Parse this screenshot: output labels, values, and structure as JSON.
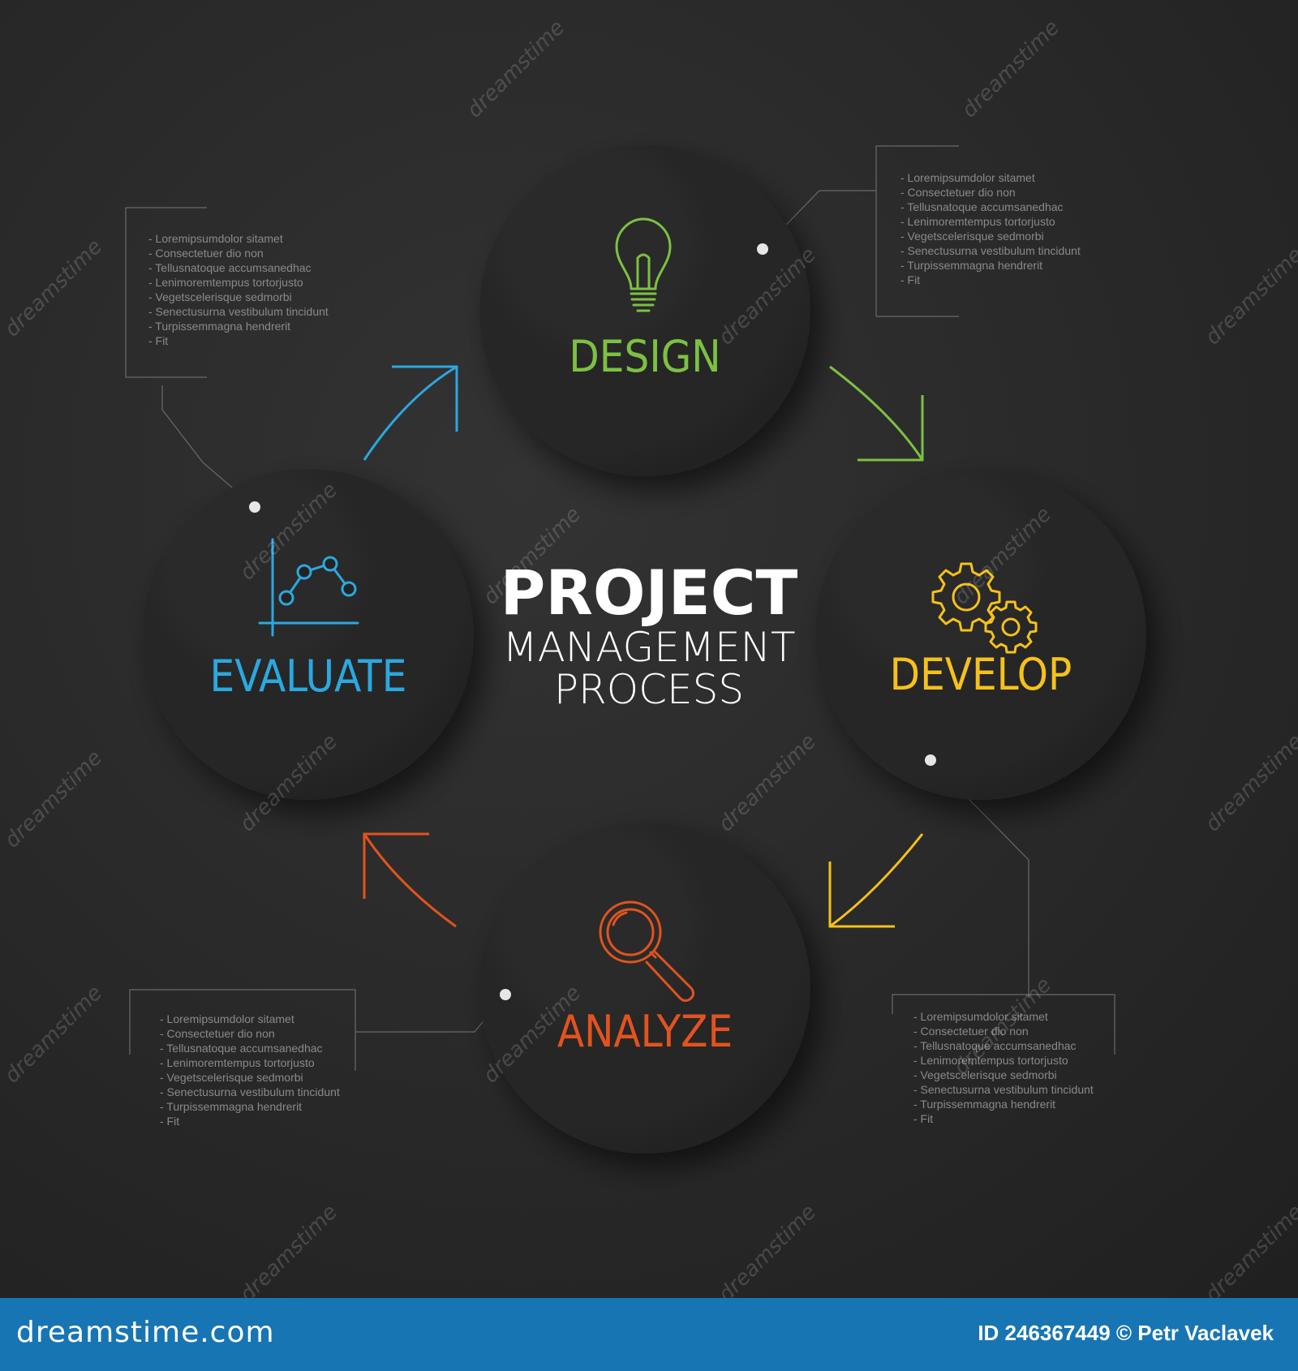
{
  "title": {
    "main": "PROJECT",
    "sub_line1": "MANAGEMENT",
    "sub_line2": "PROCESS"
  },
  "steps": [
    {
      "label": "DESIGN",
      "color": "#7cc142",
      "icon": "lightbulb-icon"
    },
    {
      "label": "DEVELOP",
      "color": "#f5c11b",
      "icon": "gears-icon"
    },
    {
      "label": "ANALYZE",
      "color": "#e2531f",
      "icon": "magnifier-icon"
    },
    {
      "label": "EVALUATE",
      "color": "#2ba8e0",
      "icon": "line-chart-icon"
    }
  ],
  "notes": {
    "top_left": [
      "- Loremipsumdolor sitamet",
      "- Consectetuer dio non",
      "- Tellusnatoque accumsanedhac",
      "- Lenimoremtempus tortorjusto",
      "- Vegetscelerisque sedmorbi",
      "- Senectusurna vestibulum tincidunt",
      "- Turpissemmagna hendrerit",
      "- Fit"
    ],
    "top_right": [
      "- Loremipsumdolor sitamet",
      "- Consectetuer dio non",
      "- Tellusnatoque accumsanedhac",
      "- Lenimoremtempus tortorjusto",
      "- Vegetscelerisque sedmorbi",
      "- Senectusurna vestibulum tincidunt",
      "- Turpissemmagna hendrerit",
      "- Fit"
    ],
    "bottom_left": [
      "- Loremipsumdolor sitamet",
      "- Consectetuer dio non",
      "- Tellusnatoque accumsanedhac",
      "- Lenimoremtempus tortorjusto",
      "- Vegetscelerisque sedmorbi",
      "- Senectusurna vestibulum tincidunt",
      "- Turpissemmagna hendrerit",
      "- Fit"
    ],
    "bottom_right": [
      "- Loremipsumdolor sitamet",
      "- Consectetuer dio non",
      "- Tellusnatoque accumsanedhac",
      "- Lenimoremtempus tortorjusto",
      "- Vegetscelerisque sedmorbi",
      "- Senectusurna vestibulum tincidunt",
      "- Turpissemmagna hendrerit",
      "- Fit"
    ]
  },
  "watermark": {
    "text": "dreamstime"
  },
  "footer": {
    "site": "dreamstime.com",
    "credit": "ID 246367449 © Petr Vaclavek",
    "background": "#1775b4"
  }
}
